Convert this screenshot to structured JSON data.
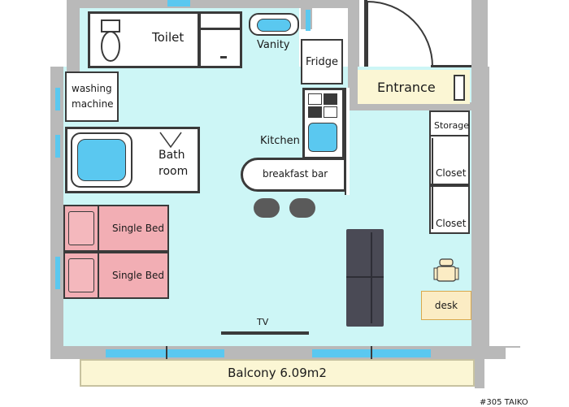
{
  "labels": {
    "toilet": "Toilet",
    "vanity": "Vanity",
    "fridge": "Fridge",
    "entrance": "Entrance",
    "washing_machine_line1": "washing",
    "washing_machine_line2": "machine",
    "bathroom_line1": "Bath",
    "bathroom_line2": "room",
    "kitchen": "Kitchen",
    "breakfast_bar": "breakfast bar",
    "storage": "Storage",
    "closet_1": "Closet",
    "closet_2": "Closet",
    "bed_1": "Single Bed",
    "bed_2": "Single Bed",
    "tv": "TV",
    "desk": "desk",
    "balcony": "Balcony 6.09m2",
    "footer_code": "#305 TAIKO"
  },
  "colors": {
    "floor": "#cdf6f6",
    "wall": "#b9b9b9",
    "window": "#5ac8f0",
    "bed": "#f2aeb4",
    "entrance_fill": "#fbf6d4",
    "balcony_fill": "#fbf6d4",
    "desk_fill": "#fbecc4",
    "sofa": "#4a4a55"
  }
}
